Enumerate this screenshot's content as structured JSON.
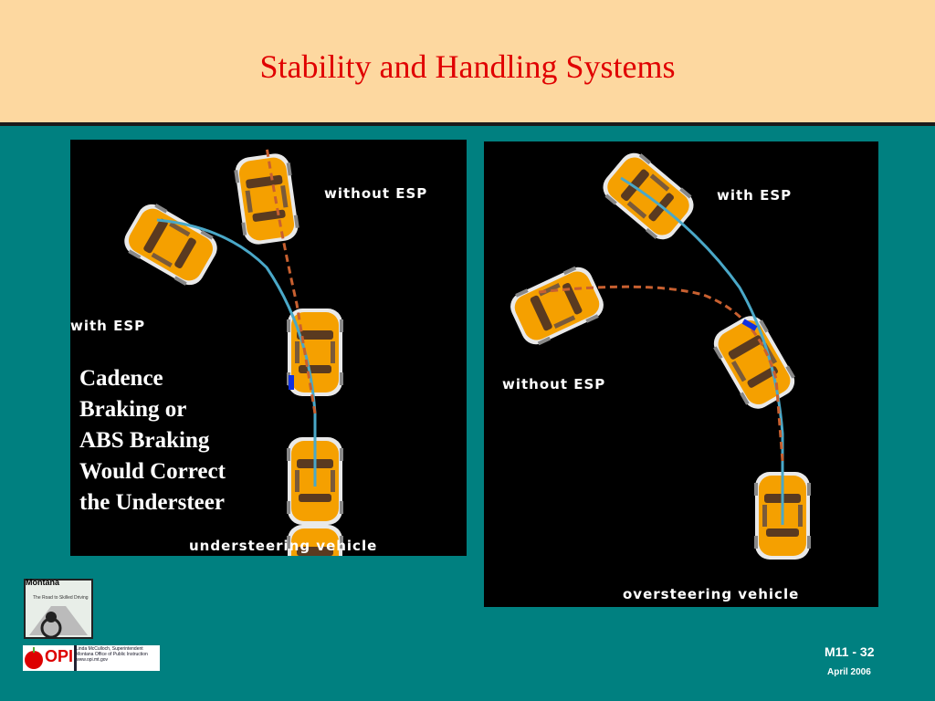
{
  "title": "Stability and Handling Systems",
  "left_panel": {
    "label_without": "without ESP",
    "label_with": "with ESP",
    "caption_lines": [
      "Cadence",
      "Braking or",
      "ABS Braking",
      "Would Correct",
      "the Understeer"
    ],
    "footer": "understeering vehicle"
  },
  "right_panel": {
    "label_with": "with ESP",
    "label_without": "without ESP",
    "footer": "oversteering vehicle"
  },
  "logo": {
    "tag": "Montana",
    "sub": "The Road to Skilled Driving",
    "opi": "OPI",
    "opi_line1": "Linda McCulloch, Superintendent",
    "opi_line2": "Montana Office of Public Instruction",
    "opi_line3": "www.opi.mt.gov"
  },
  "footer": {
    "slide_number": "M11 -  32",
    "date": "April 2006"
  },
  "colors": {
    "header_bg": "#fdd8a0",
    "title": "#e00000",
    "page_bg": "#008080",
    "car_body": "#f5a000",
    "esp_path": "#4aa8c8",
    "no_esp_path": "#c86030"
  }
}
